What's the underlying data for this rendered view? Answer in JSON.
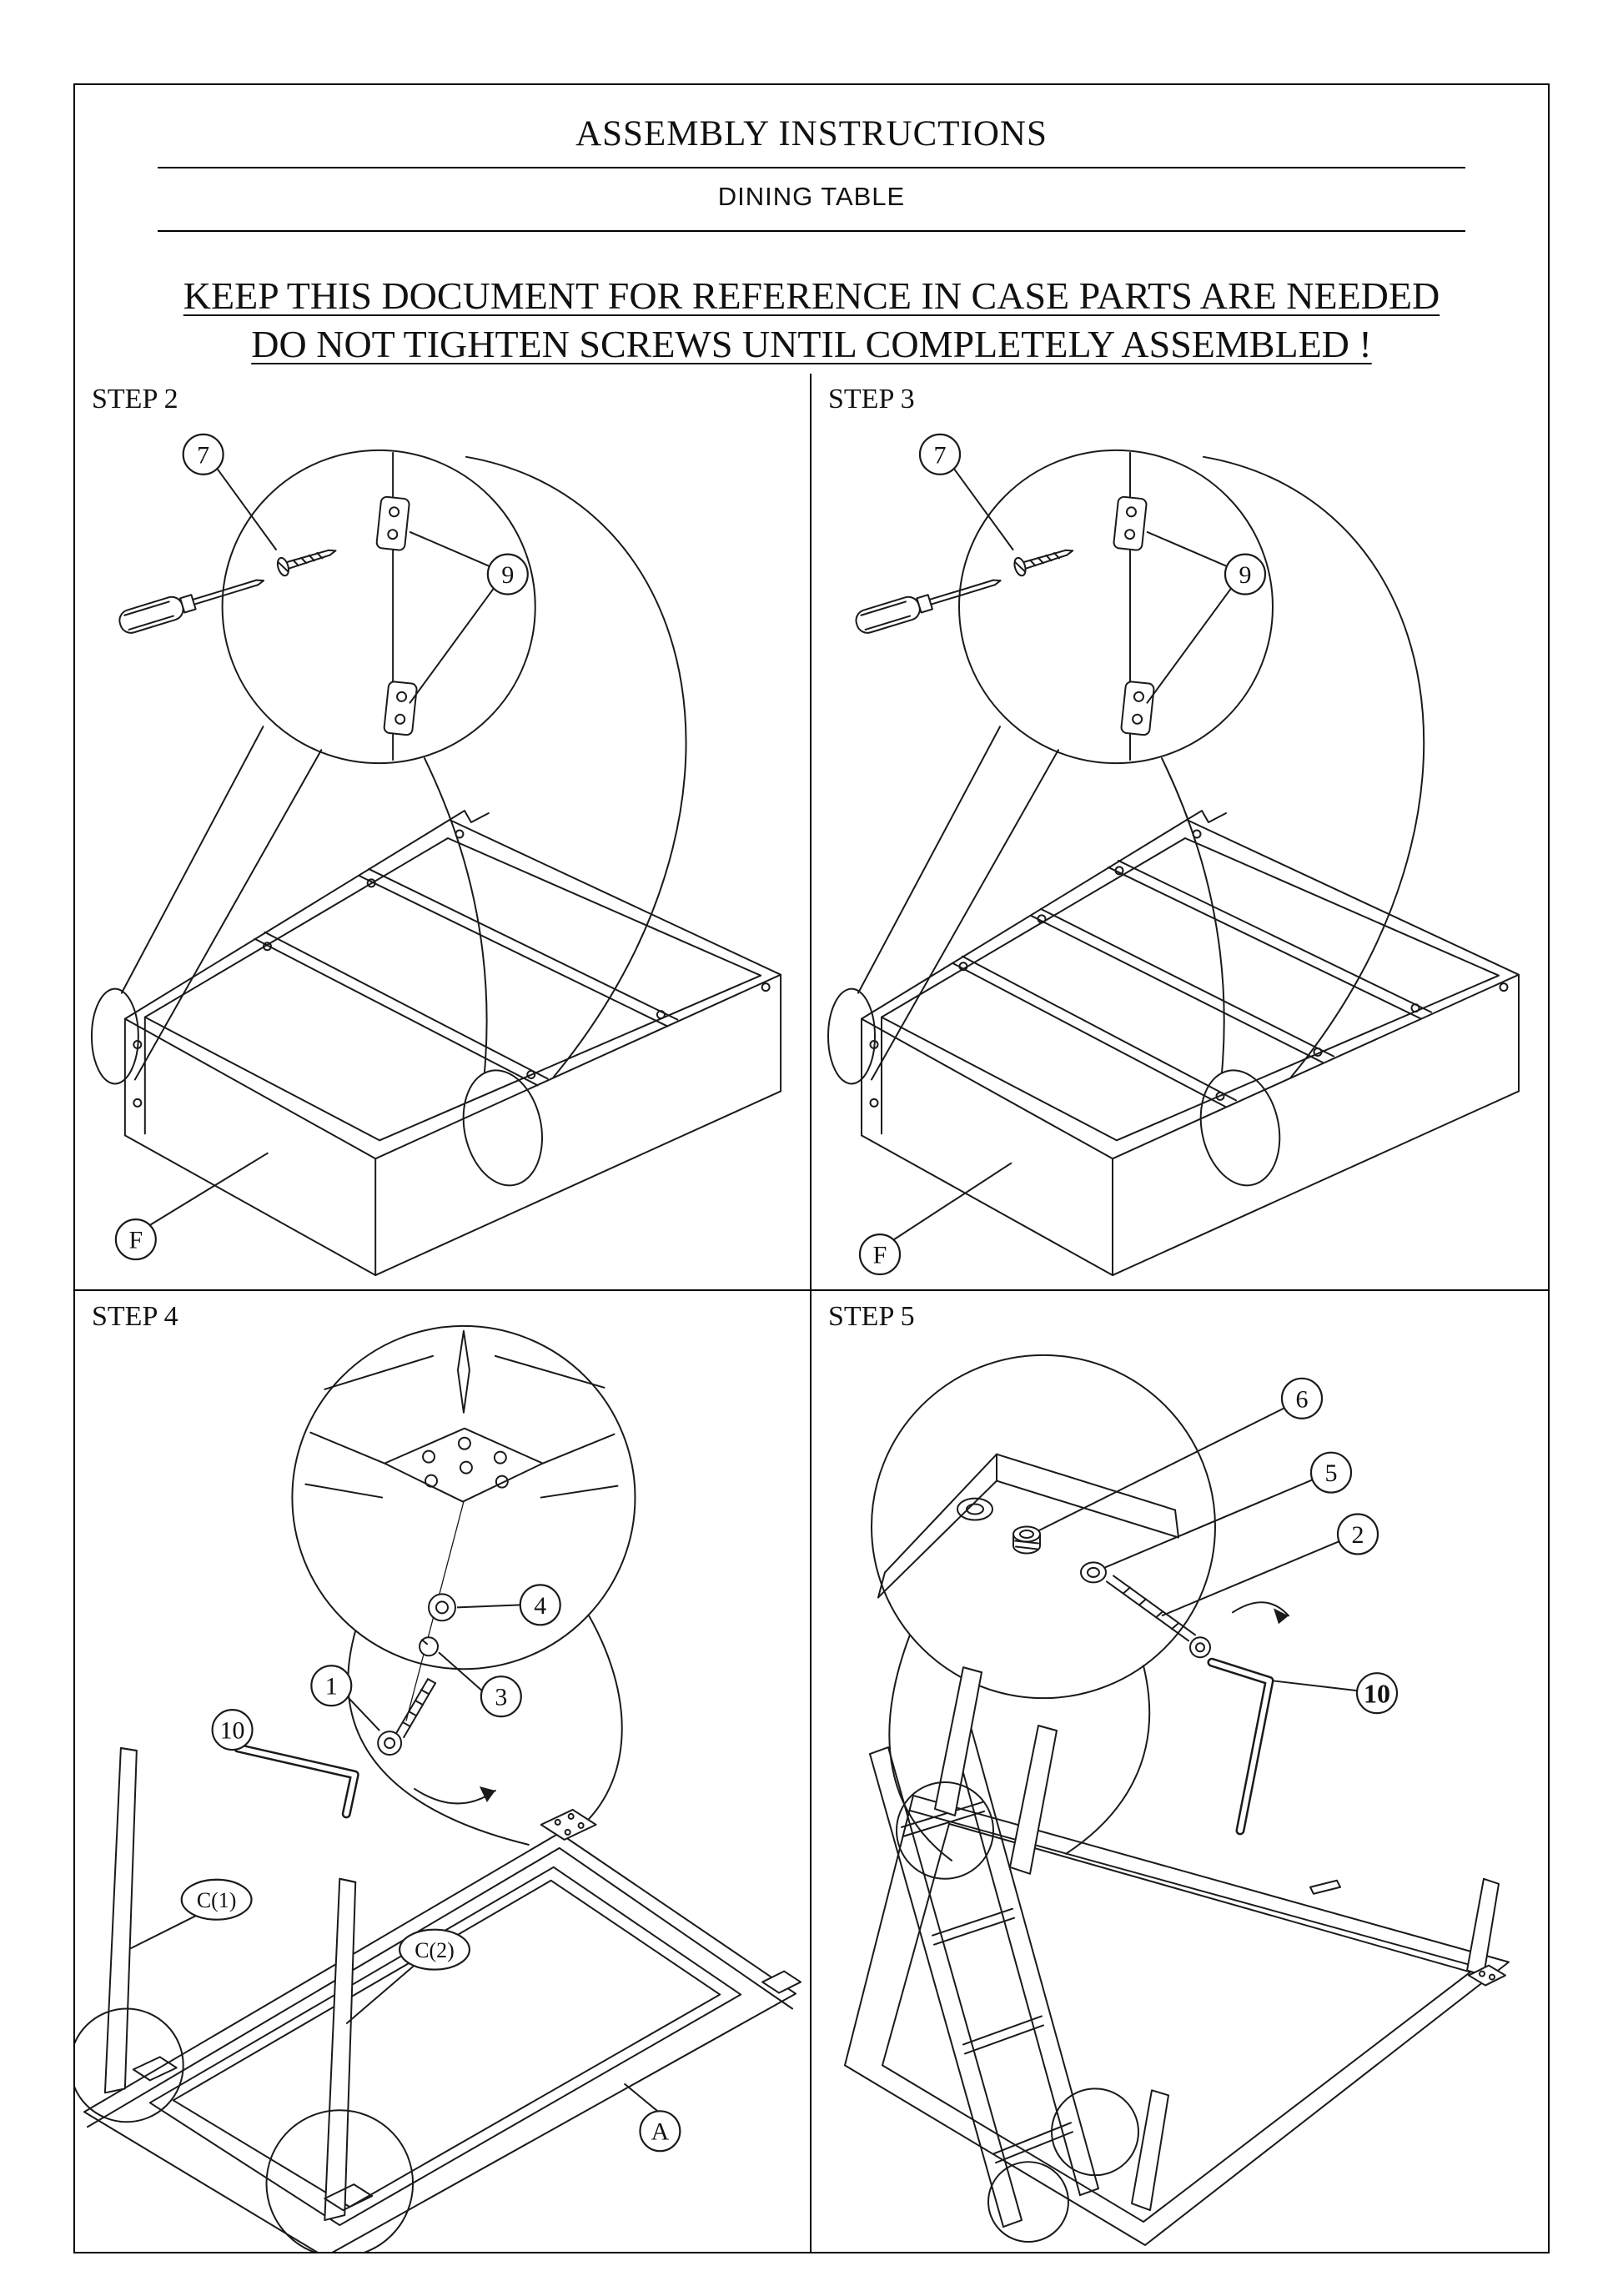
{
  "doc": {
    "title": "ASSEMBLY INSTRUCTIONS",
    "subtitle": "DINING TABLE",
    "warning_line1": "KEEP THIS DOCUMENT FOR REFERENCE IN CASE PARTS ARE NEEDED",
    "warning_line2": "DO NOT TIGHTEN SCREWS UNTIL COMPLETELY ASSEMBLED !"
  },
  "steps": {
    "step2": {
      "label": "STEP 2",
      "callouts": {
        "screw": "7",
        "bracket": "9",
        "panel": "F"
      }
    },
    "step3": {
      "label": "STEP 3",
      "callouts": {
        "screw": "7",
        "bracket": "9",
        "panel": "F"
      }
    },
    "step4": {
      "label": "STEP 4",
      "callouts": {
        "bolt": "1",
        "spring_washer": "3",
        "flat_washer": "4",
        "allen_key": "10",
        "leg_c1": "C(1)",
        "leg_c2": "C(2)",
        "tabletop": "A"
      }
    },
    "step5": {
      "label": "STEP 5",
      "callouts": {
        "insert": "6",
        "washer": "5",
        "bolt": "2",
        "allen_key": "10"
      }
    }
  }
}
